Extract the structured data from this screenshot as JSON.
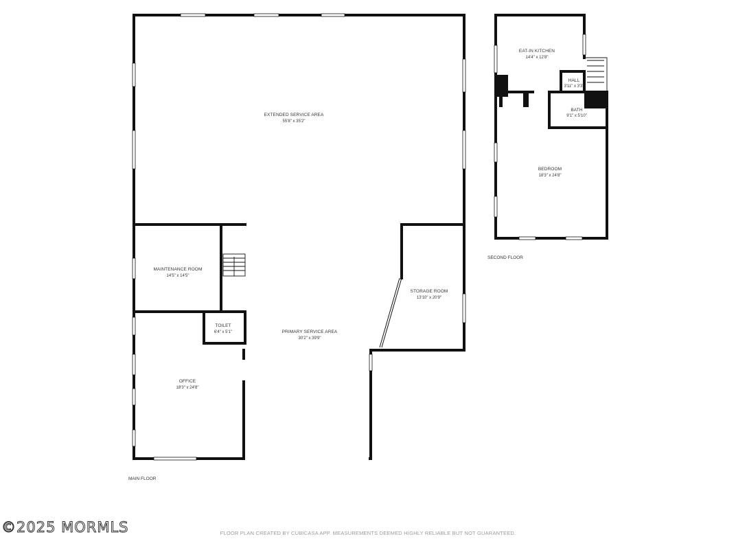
{
  "floors": {
    "main": {
      "label": "MAIN FLOOR",
      "rooms": {
        "extended_service_area": {
          "name": "EXTENDED SERVICE AREA",
          "dim": "55'8\" x 35'2\""
        },
        "maintenance_room": {
          "name": "MAINTENANCE ROOM",
          "dim": "14'5\" x 14'5\""
        },
        "toilet": {
          "name": "TOILET",
          "dim": "6'4\" x 5'1\""
        },
        "primary_service_area": {
          "name": "PRIMARY SERVICE AREA",
          "dim": "30'2\" x 39'9\""
        },
        "storage_room": {
          "name": "STORAGE ROOM",
          "dim": "13'10\" x 20'9\""
        },
        "office": {
          "name": "OFFICE",
          "dim": "18'3\" x 24'8\""
        }
      }
    },
    "second": {
      "label": "SECOND FLOOR",
      "rooms": {
        "eat_in_kitchen": {
          "name": "EAT-IN KITCHEN",
          "dim": "14'4\" x 12'8\""
        },
        "hall": {
          "name": "HALL",
          "dim": "3'11\" x 3'3\""
        },
        "bath": {
          "name": "BATH",
          "dim": "9'1\" x 5'10\""
        },
        "bedroom": {
          "name": "BEDROOM",
          "dim": "18'3\" x 24'8\""
        }
      }
    }
  },
  "watermark": "©2025 MORMLS",
  "disclaimer": "FLOOR PLAN CREATED BY CUBICASA APP. MEASUREMENTS DEEMED HIGHLY RELIABLE BUT NOT GUARANTEED.",
  "colors": {
    "wall": "#111111",
    "window": "#ffffff",
    "label": "#333333",
    "disclaimer": "#9a9a9a"
  }
}
